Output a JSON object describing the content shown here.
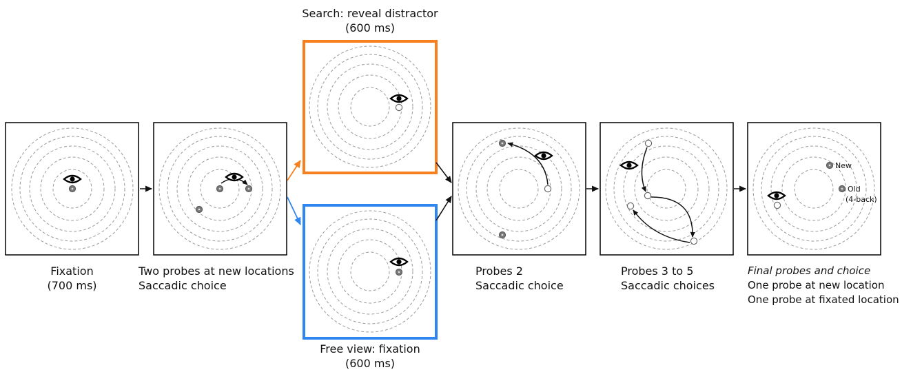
{
  "panels": {
    "fixation": {
      "caption_line1": "Fixation",
      "caption_line2": "(700 ms)"
    },
    "two_probes": {
      "caption_line1": "Two probes at new locations",
      "caption_line2": "Saccadic choice"
    },
    "search": {
      "caption_line1": "Search: reveal distractor",
      "caption_line2": "(600 ms)",
      "frame_color": "#f7801e"
    },
    "free_view": {
      "caption_line1": "Free view: fixation",
      "caption_line2": "(600 ms)",
      "frame_color": "#2f86f0"
    },
    "probes_2": {
      "caption_line1": "Probes 2",
      "caption_line2": "Saccadic choice"
    },
    "probes_3_5": {
      "caption_line1": "Probes 3 to 5",
      "caption_line2": "Saccadic choices"
    },
    "final": {
      "caption_line1": "Final probes and choice",
      "caption_line2": "One probe at new location",
      "caption_line3": "One probe at fixated location",
      "label_new": "New",
      "label_old": "Old",
      "label_old_sub": "(4-back)"
    }
  },
  "colors": {
    "ring": "#9a9a9a",
    "probe_filled": "#777777",
    "arrow_orange": "#f7801e",
    "arrow_blue": "#2f86f0"
  },
  "icons": [
    "eye-icon",
    "probe-dot-filled",
    "probe-dot-open",
    "arrow-icon"
  ]
}
